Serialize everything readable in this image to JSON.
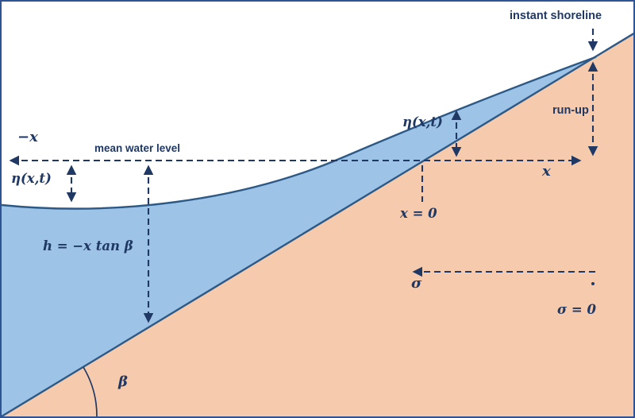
{
  "diagram": {
    "title": "wave run-up definition sketch",
    "labels": {
      "instant_shoreline": "instant shoreline",
      "mean_water_level": "mean water level",
      "run_up": "run-up",
      "neg_x": "−x",
      "eta_left": "η(x,t)",
      "eta_right": "η(x,t)",
      "h_formula": "h = −x tan β",
      "x_axis": "x",
      "x_origin": "x = 0",
      "sigma": "σ",
      "sigma_origin": "σ = 0",
      "beta": "β"
    }
  },
  "colors": {
    "background": "#ffffff",
    "border": "#2f5496",
    "sand": "#f6cbad",
    "water": "#9dc3e6",
    "outline": "#2d5986",
    "annotation": "#1f3864"
  }
}
